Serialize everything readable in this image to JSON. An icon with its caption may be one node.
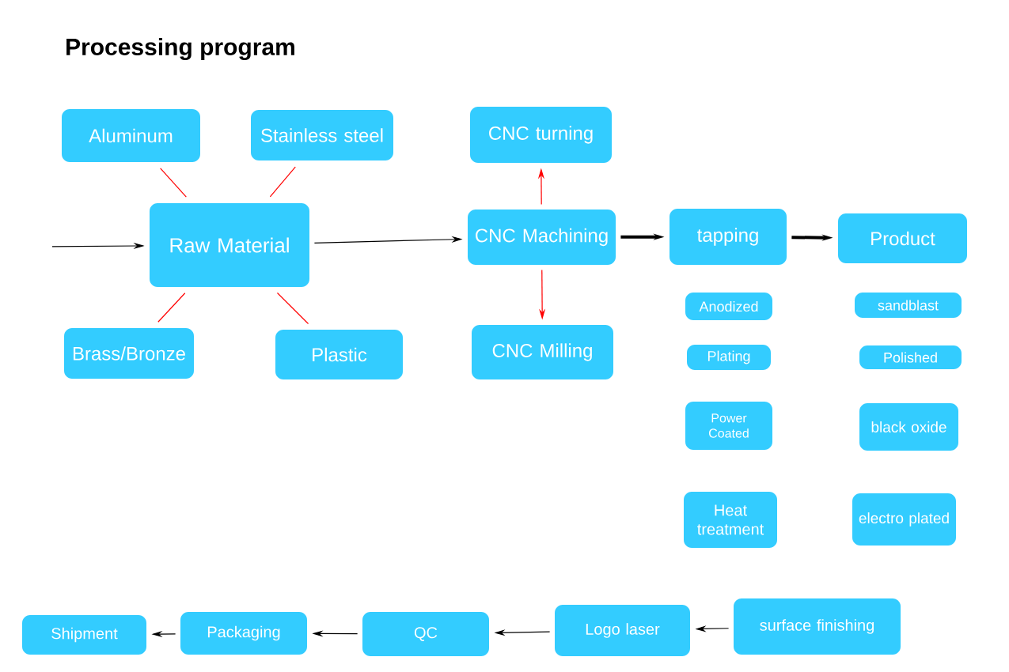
{
  "diagram": {
    "title": "Processing program",
    "nodes": [
      {
        "text": [
          "Aluminum"
        ]
      },
      {
        "text": [
          "Stainless steel"
        ]
      },
      {
        "text": [
          "Raw Material"
        ]
      },
      {
        "text": [
          "Brass/Bronze"
        ]
      },
      {
        "text": [
          "Plastic"
        ]
      },
      {
        "text": [
          "CNC turning"
        ]
      },
      {
        "text": [
          "CNC Machining"
        ]
      },
      {
        "text": [
          "CNC  Milling"
        ]
      },
      {
        "text": [
          "tapping"
        ]
      },
      {
        "text": [
          "Product"
        ]
      },
      {
        "text": [
          "Anodized"
        ]
      },
      {
        "text": [
          "sandblast"
        ]
      },
      {
        "text": [
          "Plating"
        ]
      },
      {
        "text": [
          "Polished"
        ]
      },
      {
        "text": [
          "Power Coated"
        ]
      },
      {
        "text": [
          "black oxide"
        ]
      },
      {
        "text": [
          "Heat treatment"
        ]
      },
      {
        "text": [
          "electro plated"
        ]
      },
      {
        "text": [
          "Shipment"
        ]
      },
      {
        "text": [
          "Packaging"
        ]
      },
      {
        "text": [
          "QC"
        ]
      },
      {
        "text": [
          "Logo laser"
        ]
      },
      {
        "text": [
          "surface finishing"
        ]
      }
    ],
    "edges": [
      {
        "from": null,
        "to": 2,
        "arrow": "to"
      },
      {
        "from": 0,
        "to": 2,
        "arrow": "none",
        "color": "#ff0000"
      },
      {
        "from": 1,
        "to": 2,
        "arrow": "none",
        "color": "#ff0000"
      },
      {
        "from": 3,
        "to": 2,
        "arrow": "none",
        "color": "#ff0000"
      },
      {
        "from": 4,
        "to": 2,
        "arrow": "none",
        "color": "#ff0000"
      },
      {
        "from": 2,
        "to": 6,
        "arrow": "to"
      },
      {
        "from": 6,
        "to": 5,
        "arrow": "to",
        "color": "#ff0000"
      },
      {
        "from": 6,
        "to": 7,
        "arrow": "to",
        "color": "#ff0000"
      },
      {
        "from": 6,
        "to": 8,
        "arrow": "to",
        "style": "thick"
      },
      {
        "from": 8,
        "to": 9,
        "arrow": "to",
        "style": "thick"
      },
      {
        "from": 22,
        "to": 21,
        "arrow": "to"
      },
      {
        "from": 21,
        "to": 20,
        "arrow": "to"
      },
      {
        "from": 20,
        "to": 19,
        "arrow": "to"
      },
      {
        "from": 19,
        "to": 18,
        "arrow": "to"
      }
    ]
  }
}
